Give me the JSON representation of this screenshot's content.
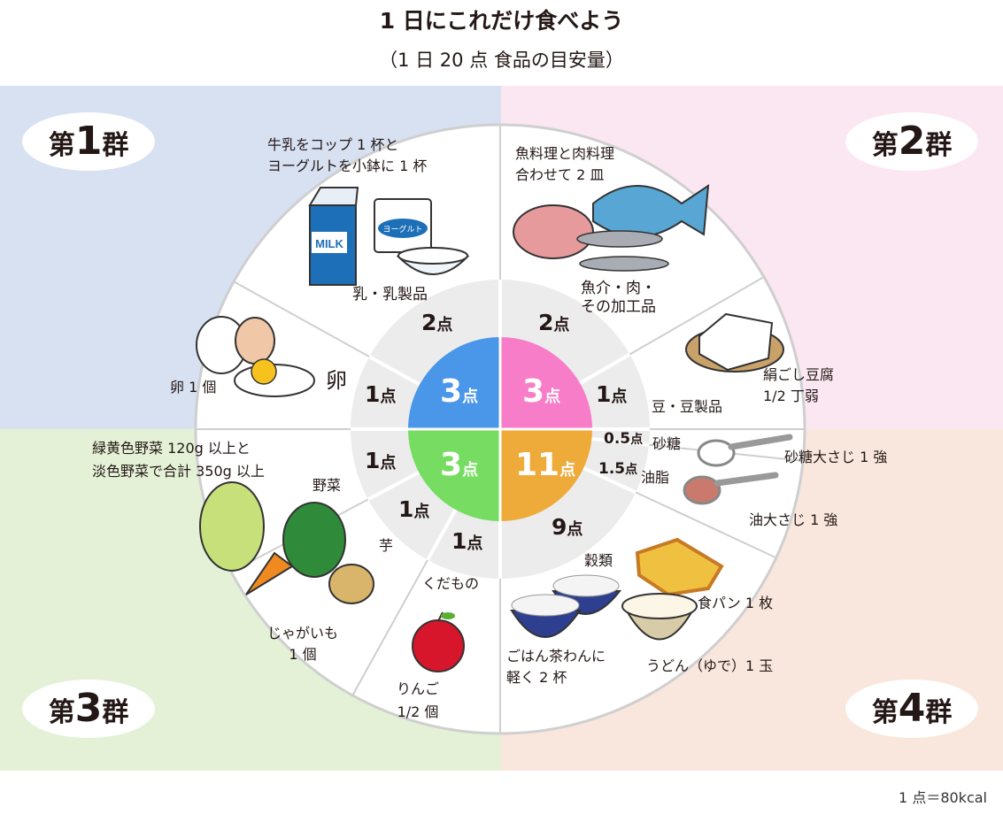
{
  "title": "1 日にこれだけ食べよう",
  "subtitle": "（1 日 20 点 食品の目安量）",
  "colors": {
    "group1": "#4a96e8",
    "group2": "#f77dc8",
    "group3": "#77dd62",
    "group4": "#eeab3a",
    "bg1": "#d7e1f2",
    "bg2": "#fbe7f1",
    "bg3": "#e4f1d7",
    "bg4": "#f9e7dd"
  },
  "groups": [
    {
      "prefix": "第",
      "num": "1",
      "suffix": "群",
      "points": "3",
      "unit": "点"
    },
    {
      "prefix": "第",
      "num": "2",
      "suffix": "群",
      "points": "3",
      "unit": "点"
    },
    {
      "prefix": "第",
      "num": "3",
      "suffix": "群",
      "points": "3",
      "unit": "点"
    },
    {
      "prefix": "第",
      "num": "4",
      "suffix": "群",
      "points": "11",
      "unit": "点"
    }
  ],
  "segments": [
    {
      "name": "乳・乳製品",
      "points": "2",
      "unit": "点",
      "amount": [
        "牛乳をコップ 1 杯と",
        "ヨーグルトを小鉢に 1 杯"
      ]
    },
    {
      "name": "卵",
      "points": "1",
      "unit": "点",
      "amount": [
        "卵 1 個"
      ]
    },
    {
      "name": "魚介・肉・",
      "name2": "その加工品",
      "points": "2",
      "unit": "点",
      "amount": [
        "魚料理と肉料理",
        "合わせて 2 皿"
      ]
    },
    {
      "name": "豆・豆製品",
      "points": "1",
      "unit": "点",
      "amount": [
        "絹ごし豆腐",
        "1/2 丁弱"
      ]
    },
    {
      "name": "野菜",
      "points": "1",
      "unit": "点",
      "amount": [
        "緑黄色野菜 120g 以上と",
        "淡色野菜で合計 350g 以上"
      ]
    },
    {
      "name": "芋",
      "points": "1",
      "unit": "点",
      "amount": [
        "じゃがいも",
        "1 個"
      ]
    },
    {
      "name": "くだもの",
      "points": "1",
      "unit": "点",
      "amount": [
        "りんご",
        "1/2 個"
      ]
    },
    {
      "name": "砂糖",
      "points": "0.5",
      "unit": "点",
      "amount": [
        "砂糖大さじ 1 強"
      ]
    },
    {
      "name": "油脂",
      "points": "1.5",
      "unit": "点",
      "amount": [
        "油大さじ 1 強"
      ]
    },
    {
      "name": "穀類",
      "points": "9",
      "unit": "点",
      "amount": [
        "ごはん茶わんに",
        "軽く 2 杯",
        "食パン 1 枚",
        "うどん（ゆで）1 玉"
      ]
    }
  ],
  "illustration_text": {
    "milk": "MILK",
    "yogurt": "ヨーグルト"
  },
  "footer": "1 点＝80kcal"
}
